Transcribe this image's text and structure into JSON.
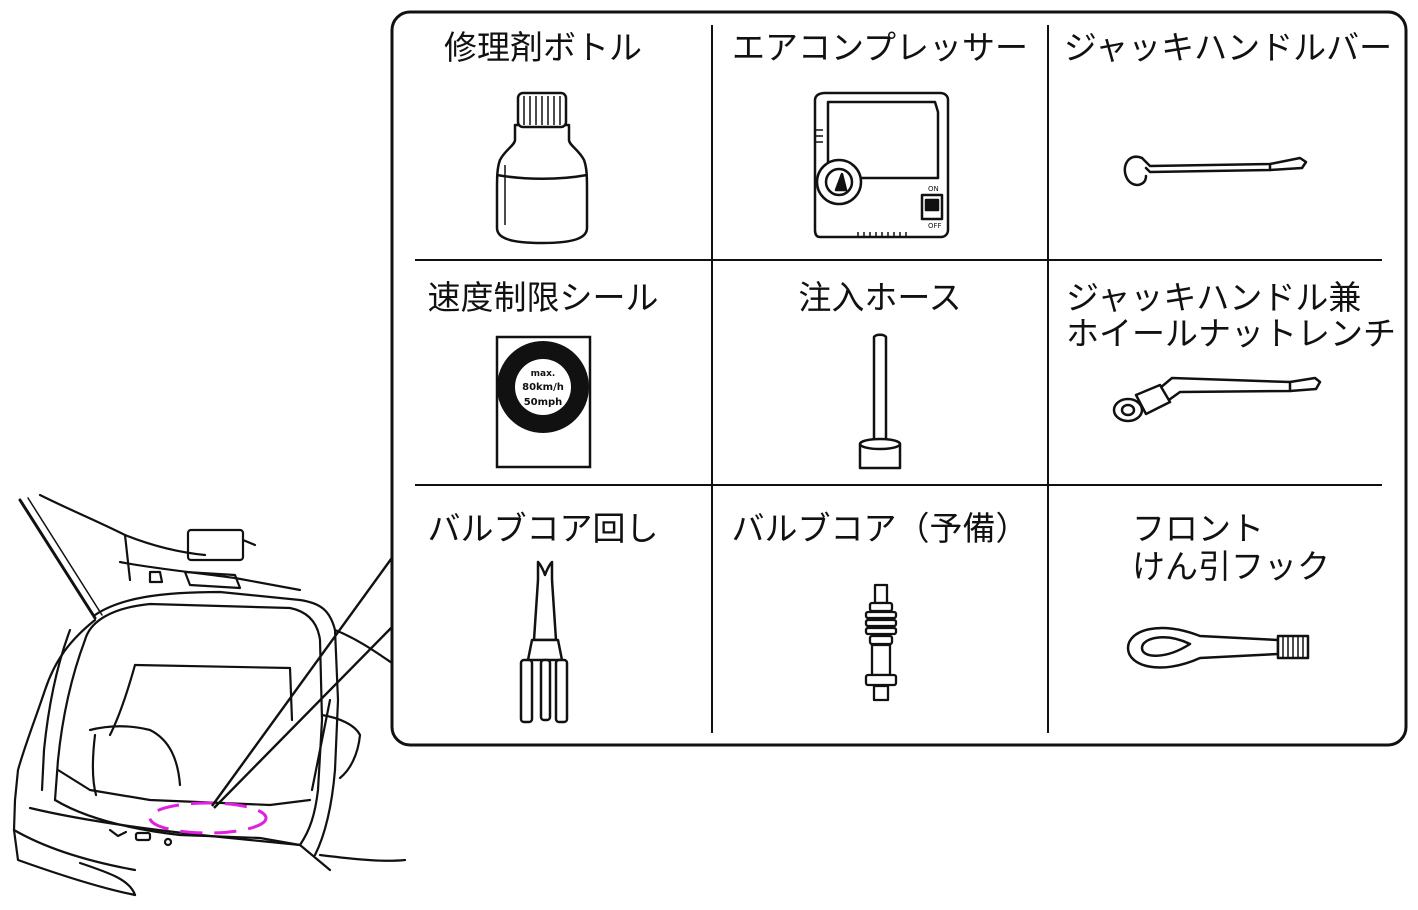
{
  "items": [
    {
      "label": "修理剤ボトル",
      "icon": "repair-agent-bottle"
    },
    {
      "label": "エアコンプレッサー",
      "icon": "air-compressor",
      "switch_on": "ON",
      "switch_off": "OFF"
    },
    {
      "label": "ジャッキハンドルバー",
      "icon": "jack-handle-bar"
    },
    {
      "label": "速度制限シール",
      "icon": "speed-limit-sticker",
      "sticker_line1": "max.",
      "sticker_line2": "80km/h",
      "sticker_line3": "50mph"
    },
    {
      "label": "注入ホース",
      "icon": "injection-hose"
    },
    {
      "label_line1": "ジャッキハンドル兼",
      "label_line2": "ホイールナットレンチ",
      "icon": "jack-handle-wheel-nut-wrench"
    },
    {
      "label": "バルブコア回し",
      "icon": "valve-core-tool"
    },
    {
      "label": "バルブコア（予備）",
      "icon": "spare-valve-core"
    },
    {
      "label_line1": "フロント",
      "label_line2": "けん引フック",
      "icon": "front-towing-hook"
    }
  ],
  "colors": {
    "line": "#111111",
    "highlight": "#e020e0",
    "background": "#ffffff"
  }
}
